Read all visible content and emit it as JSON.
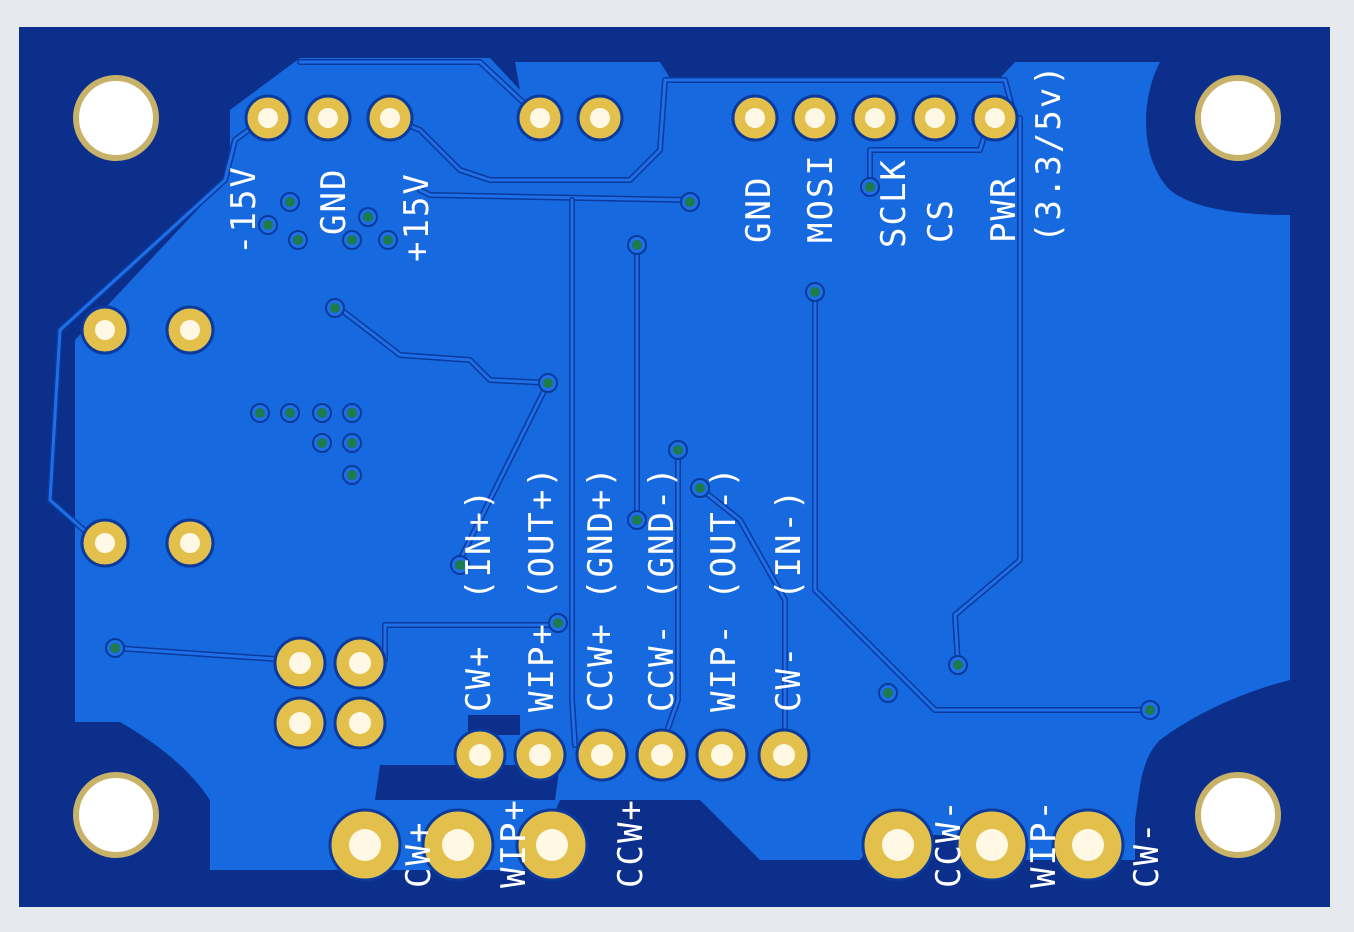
{
  "board": {
    "colors": {
      "background": "#e6e9ee",
      "substrate": "#0d2f8c",
      "copper_fill": "#1769e0",
      "trace_outline": "#0a3a9c",
      "pad_ring": "#e3bf4c",
      "pad_hole": "#fff8e4",
      "mount_ring": "#c8b26a",
      "via": "#1d7a4a",
      "silkscreen": "#ffffff"
    },
    "labels": {
      "neg15v": "-15V",
      "gnd_power": "GND",
      "pos15v": "+15V",
      "spi_gnd": "GND",
      "mosi": "MOSI",
      "sclk": "SCLK",
      "cs": "CS",
      "pwr": "PWR",
      "pwr_voltage": "(3.3/5v)",
      "in_pos": "(IN+)",
      "out_pos": "(OUT+)",
      "gnd_pos": "(GND+)",
      "gnd_neg": "(GND-)",
      "out_neg": "(OUT-)",
      "in_neg": "(IN-)",
      "cw_pos": "CW+",
      "wip_pos": "WIP+",
      "ccw_pos": "CCW+",
      "ccw_neg": "CCW-",
      "wip_neg": "WIP-",
      "cw_neg": "CW-",
      "bottom_cw_pos": "CW+",
      "bottom_wip_pos": "WIP+",
      "bottom_ccw_pos": "CCW+",
      "bottom_ccw_neg": "CCW-",
      "bottom_wip_neg": "WIP-",
      "bottom_cw_neg": "CW-"
    }
  }
}
